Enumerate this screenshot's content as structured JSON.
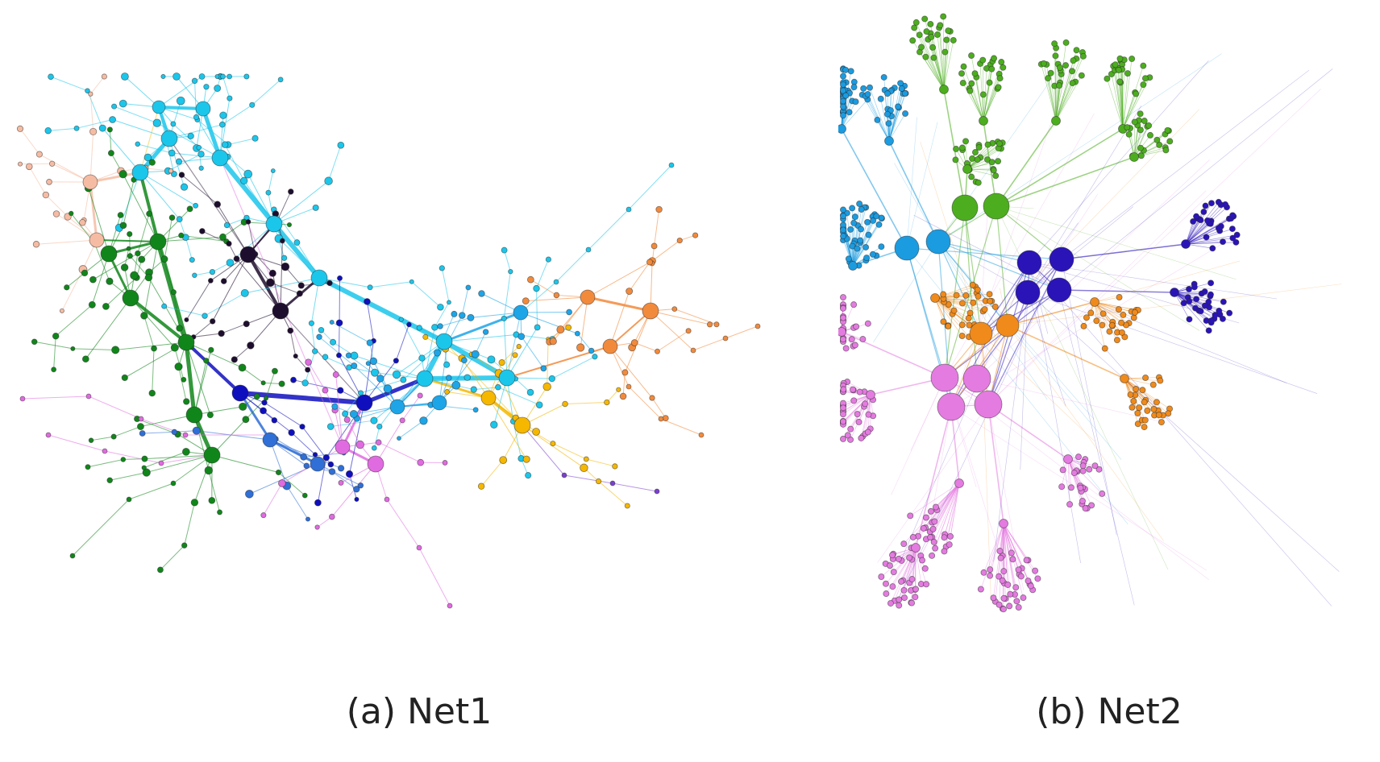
{
  "figure": {
    "panels": [
      {
        "id": "net1",
        "caption": "(a) Net1",
        "communities": [
          {
            "color": "#1BC6EB"
          },
          {
            "color": "#10861A"
          },
          {
            "color": "#F6BCA3"
          },
          {
            "color": "#1E0E2E"
          },
          {
            "color": "#0F0FBE"
          },
          {
            "color": "#2F6FD6"
          },
          {
            "color": "#E06BE0"
          },
          {
            "color": "#F5B700"
          },
          {
            "color": "#F28A3C"
          },
          {
            "color": "#1DA5E8"
          },
          {
            "color": "#7A3FD0"
          }
        ]
      },
      {
        "id": "net2",
        "caption": "(b) Net2",
        "communities": [
          {
            "color": "#4CAE1E"
          },
          {
            "color": "#1B9BE0"
          },
          {
            "color": "#2A14B8"
          },
          {
            "color": "#F08A1A"
          },
          {
            "color": "#E47BE0"
          }
        ]
      }
    ]
  }
}
